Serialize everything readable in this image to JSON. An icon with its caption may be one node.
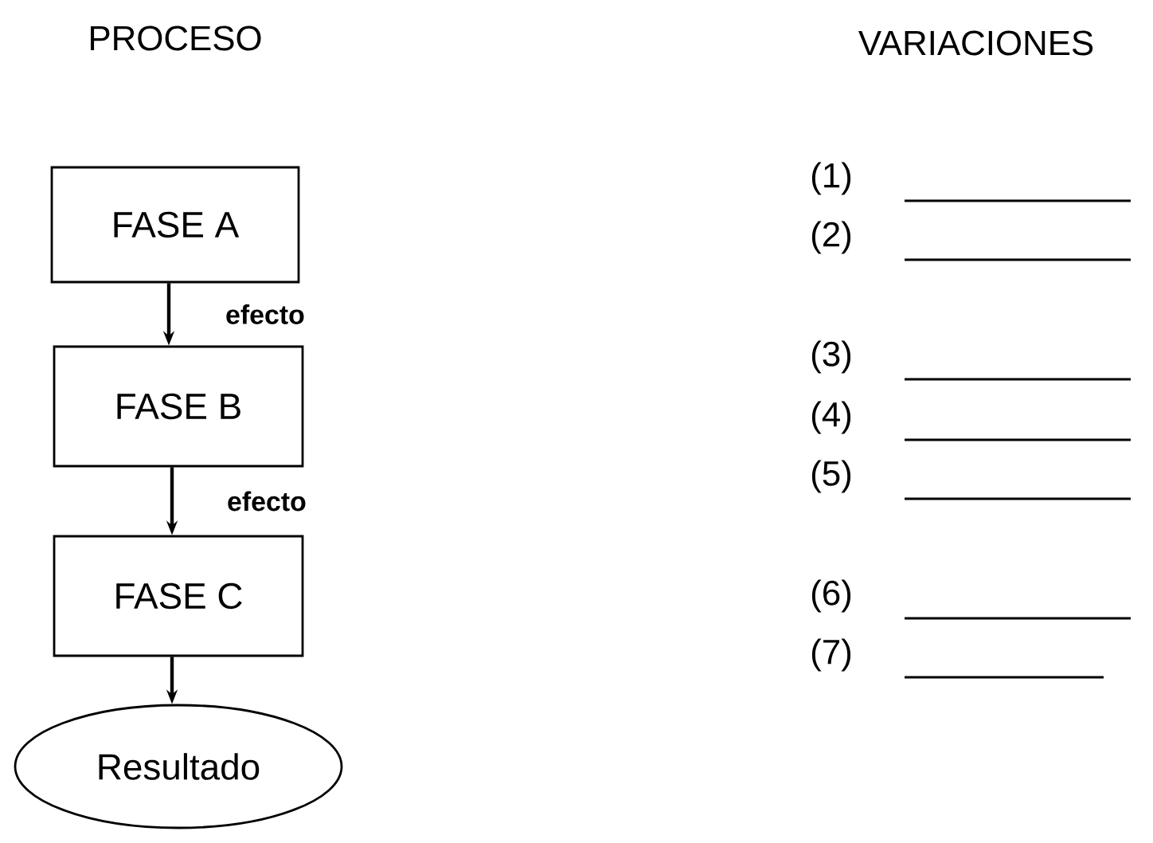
{
  "diagram": {
    "nodes": [
      {
        "text": [
          "FASE A"
        ]
      },
      {
        "text": [
          "FASE B"
        ]
      },
      {
        "text": [
          "FASE C"
        ]
      },
      {
        "text": [
          "Resultado"
        ]
      }
    ],
    "edges": [
      {
        "from": 0,
        "to": 1,
        "arrow": "to",
        "label": "efecto"
      },
      {
        "from": 1,
        "to": 2,
        "arrow": "to",
        "label": "efecto"
      },
      {
        "from": 2,
        "to": 3,
        "arrow": "to"
      }
    ],
    "labels": [
      "PROCESO",
      "VARIACIONES",
      "(1)",
      "(2)",
      "(3)",
      "(4)",
      "(5)",
      "(6)",
      "(7)"
    ]
  }
}
